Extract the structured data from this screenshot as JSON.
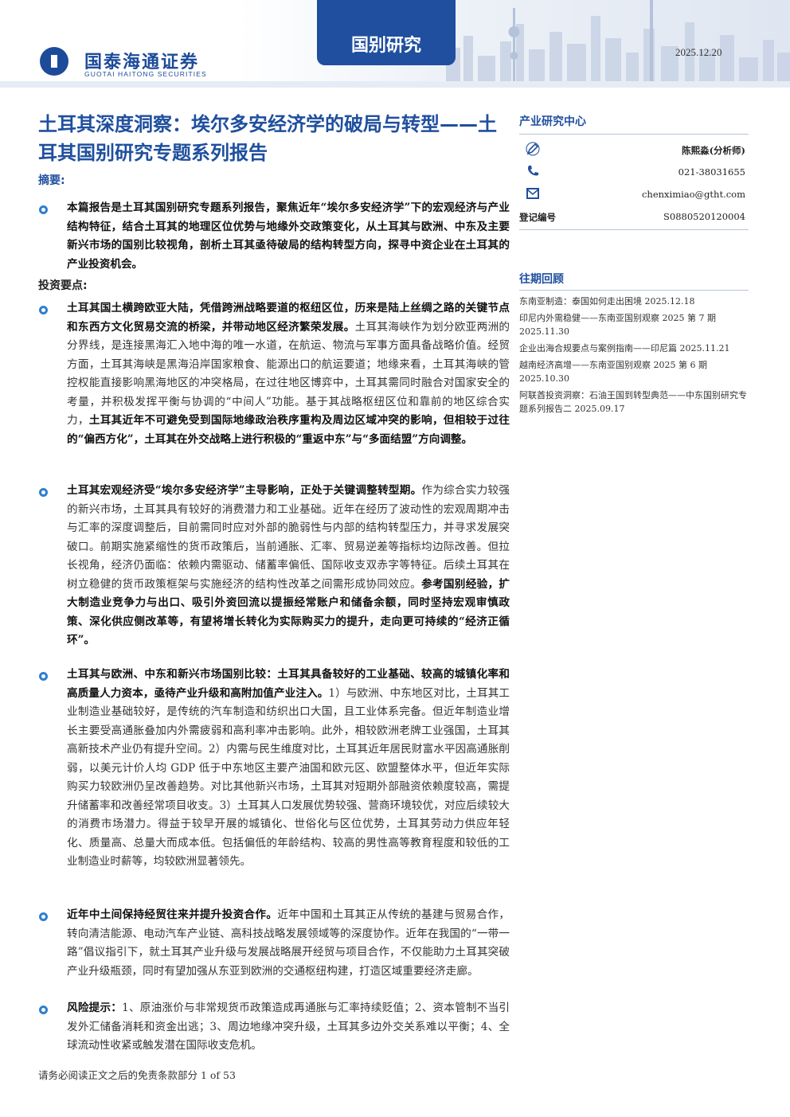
{
  "header": {
    "logo_cn": "国泰海通证券",
    "logo_en": "GUOTAI HAITONG SECURITIES",
    "tab": "国别研究",
    "date": "2025.12.20"
  },
  "title": "土耳其深度洞察：埃尔多安经济学的破局与转型——土耳其国别研究专题系列报告",
  "abstract_label": "摘要:",
  "summary": "本篇报告是土耳其国别研究专题系列报告，聚焦近年“埃尔多安经济学”下的宏观经济与产业结构特征，结合土耳其的地理区位优势与地缘外交政策变化，从土耳其与欧洲、中东及主要新兴市场的国别比较视角，剖析土耳其亟待破局的结构转型方向，探寻中资企业在土耳其的产业投资机会。",
  "invest_label": "投资要点:",
  "points": [
    {
      "a": "土耳其国土横跨欧亚大陆，凭借跨洲战略要道的枢纽区位，历来是陆上丝绸之路的关键节点和东西方文化贸易交流的桥梁，并带动地区经济繁荣发展。",
      "b": "土耳其海峡作为划分欧亚两洲的分界线，是连接黑海汇入地中海的唯一水道，在航运、物流与军事方面具备战略价值。经贸方面，土耳其海峡是黑海沿岸国家粮食、能源出口的航运要道；地缘来看，土耳其海峡的管控权能直接影响黑海地区的冲突格局，在过往地区博弈中，土耳其需同时融合对国家安全的考量，并积极发挥平衡与协调的“中间人”功能。基于其战略枢纽区位和靠前的地区综合实力，",
      "c": "土耳其近年不可避免受到国际地缘政治秩序重构及周边区域冲突的影响，但相较于过往的“偏西方化”，土耳其在外交战略上进行积极的“重返中东”与“多面结盟”方向调整。",
      "d": ""
    },
    {
      "a": "土耳其宏观经济受“埃尔多安经济学”主导影响，正处于关键调整转型期。",
      "b": "作为综合实力较强的新兴市场，土耳其具有较好的消费潜力和工业基础。近年在经历了波动性的宏观周期冲击与汇率的深度调整后，目前需同时应对外部的脆弱性与内部的结构转型压力，并寻求发展突破口。前期实施紧缩性的货币政策后，当前通胀、汇率、贸易逆差等指标均边际改善。但拉长视角，经济仍面临：依赖内需驱动、储蓄率偏低、国际收支双赤字等特征。后续土耳其在树立稳健的货币政策框架与实施经济的结构性改革之间需形成协同效应。",
      "c": "参考国别经验，扩大制造业竞争力与出口、吸引外资回流以提振经常账户和储备余额，同时坚持宏观审慎政策、深化供应侧改革等，有望将增长转化为实际购买力的提升，走向更可持续的“经济正循环”。",
      "d": ""
    },
    {
      "a": "土耳其与欧洲、中东和新兴市场国别比较：土耳其具备较好的工业基础、较高的城镇化率和高质量人力资本，亟待产业升级和高附加值产业注入。",
      "b": "1）与欧洲、中东地区对比，土耳其工业制造业基础较好，是传统的汽车制造和纺织出口大国，且工业体系完备。但近年制造业增长主要受高通胀叠加内外需疲弱和高利率冲击影响。此外，相较欧洲老牌工业强国，土耳其高新技术产业仍有提升空间。2）内需与民生维度对比，土耳其近年居民财富水平因高通胀削弱，以美元计价人均 GDP 低于中东地区主要产油国和欧元区、欧盟整体水平，但近年实际购买力较欧洲仍呈改善趋势。对比其他新兴市场，土耳其对短期外部融资依赖度较高，需提升储蓄率和改善经常项目收支。3）土耳其人口发展优势较强、营商环境较优，对应后续较大的消费市场潜力。得益于较早开展的城镇化、世俗化与区位优势，土耳其劳动力供应年轻化、质量高、总量大而成本低。包括偏低的年龄结构、较高的男性高等教育程度和较低的工业制造业时薪等，均较欧洲显著领先。",
      "c": "",
      "d": ""
    },
    {
      "a": "近年中土间保持经贸往来并提升投资合作。",
      "b": "近年中国和土耳其正从传统的基建与贸易合作，转向清洁能源、电动汽车产业链、高科技战略发展领域等的深度协作。近年在我国的“一带一路”倡议指引下，就土耳其产业升级与发展战略展开经贸与项目合作，不仅能助力土耳其突破产业升级瓶颈，同时有望加强从东亚到欧洲的交通枢纽构建，打造区域重要经济走廊。",
      "c": "",
      "d": ""
    },
    {
      "a": "风险提示：",
      "b": "1、原油涨价与非常规货币政策造成再通胀与汇率持续贬值；2、资本管制不当引发外汇储备消耗和资金出逃；3、周边地缘冲突升级，土耳其多边外交关系难以平衡；4、全球流动性收紧或触发潜在国际收支危机。",
      "c": "",
      "d": ""
    }
  ],
  "right": {
    "center": "产业研究中心",
    "analyst_name": "陈熙淼(分析师)",
    "phone": "021-38031655",
    "email": "chenximiao@gtht.com",
    "reg_label": "登记编号",
    "reg_no": "S0880520120004",
    "history_title": "往期回顾",
    "history": [
      "东南亚制造：泰国如何走出困境  2025.12.18",
      "印尼内外需稳健——东南亚国别观察 2025 第 7 期  2025.11.30",
      "企业出海合规要点与案例指南——印尼篇  2025.11.21",
      "越南经济高增——东南亚国别观察 2025 第 6 期  2025.10.30",
      "阿联酋投资洞察：石油王国到转型典范——中东国别研究专题系列报告二  2025.09.17"
    ]
  },
  "footer": "请务必阅读正文之后的免责条款部分 1 of 53"
}
